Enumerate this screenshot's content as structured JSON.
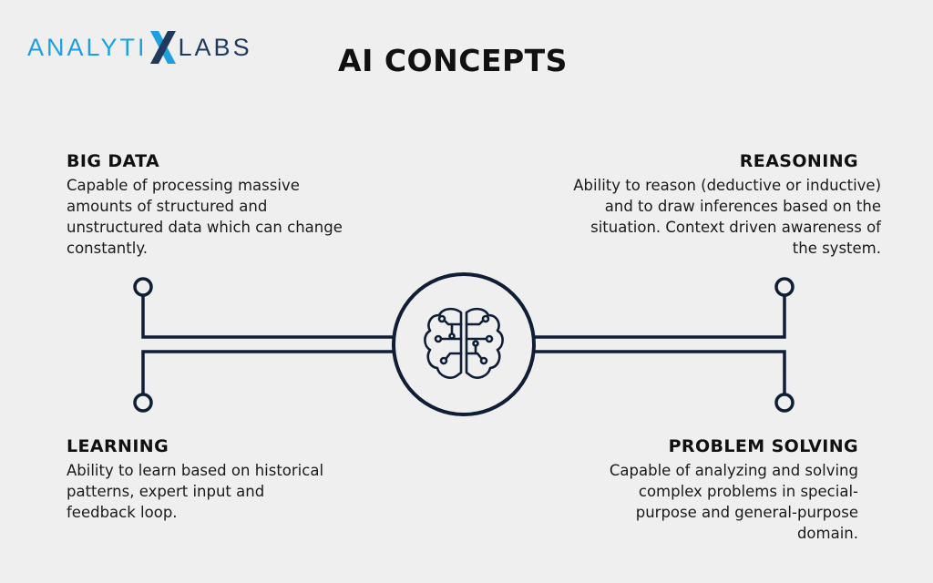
{
  "logo": {
    "part1": "ANALYTI",
    "part2": "X",
    "part3": "LABS"
  },
  "title": "AI CONCEPTS",
  "concepts": {
    "big_data": {
      "heading": "BIG DATA",
      "text": "Capable of processing massive amounts of structured and unstructured data which can change constantly."
    },
    "reasoning": {
      "heading": "REASONING",
      "text": "Ability to reason (deductive or inductive) and to draw inferences based on the situation. Context driven awareness of the system."
    },
    "learning": {
      "heading": "LEARNING",
      "text": "Ability to learn based on historical patterns, expert input and feedback loop."
    },
    "problem_solving": {
      "heading": "PROBLEM SOLVING",
      "text": "Capable of analyzing and solving complex problems in special-purpose and general-purpose domain."
    }
  },
  "colors": {
    "background": "#efefef",
    "line": "#0f1e35",
    "logo_blue": "#1e9fe0",
    "logo_navy": "#1f3a5c"
  },
  "icons": {
    "center": "brain-circuit-icon"
  }
}
